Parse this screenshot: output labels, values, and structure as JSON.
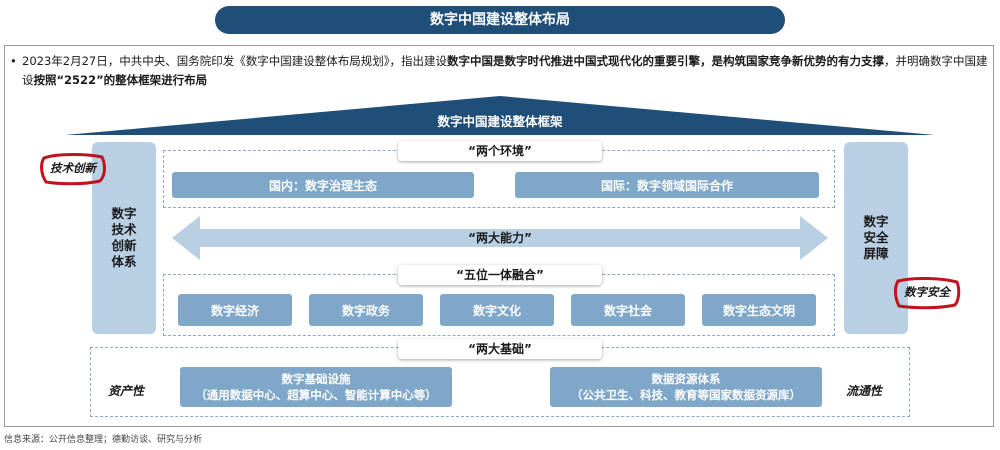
{
  "title": "数字中国建设整体布局",
  "intro": {
    "bullet": "•",
    "part1": "2023年2月27日，中共中央、国务院印发《数字中国建设整体布局规划》，指出建设",
    "bold1": "数字中国是数字时代推进中国式现代化的重要引擎，是构筑国家竞争新优势的有力支撑",
    "part2": "，并明确数字中国建设",
    "bold2": "按照“2522”的整体框架进行布局"
  },
  "framework": {
    "roof_title": "数字中国建设整体框架",
    "left_pillar": "数字技术创新体系",
    "right_pillar": "数字安全屏障",
    "left_stamp": "技术创新",
    "right_stamp": "数字安全",
    "environments": {
      "label": "“两个环境”",
      "items": [
        "国内：数字治理生态",
        "国际：数字领域国际合作"
      ]
    },
    "capabilities": {
      "label": "“两大能力”"
    },
    "fusion": {
      "label": "“五位一体融合”",
      "items": [
        "数字经济",
        "数字政务",
        "数字文化",
        "数字社会",
        "数字生态文明"
      ]
    },
    "foundations": {
      "label": "“两大基础”",
      "left_side": "资产性",
      "right_side": "流通性",
      "items": [
        {
          "name": "数字基础设施",
          "detail": "（通用数据中心、超算中心、智能计算中心等）"
        },
        {
          "name": "数据资源体系",
          "detail": "（公共卫生、科技、教育等国家数据资源库）"
        }
      ]
    }
  },
  "source": "信息来源：公开信息整理；德勤访谈、研究与分析",
  "colors": {
    "navy": "#1f4e79",
    "box_blue": "#7fa7c9",
    "pillar_blue": "#b8cfe4",
    "stamp_red": "#c0141c"
  }
}
